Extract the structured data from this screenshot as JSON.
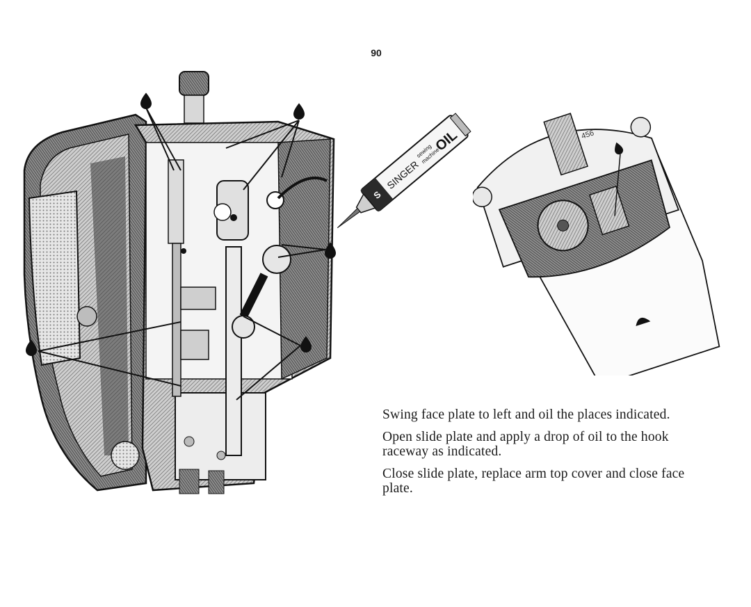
{
  "page": {
    "number": "90"
  },
  "oil_tube": {
    "brand": "SINGER",
    "line1": "sewing",
    "line2": "machine",
    "product": "OIL"
  },
  "raceway": {
    "part_number": "456"
  },
  "instructions": [
    "Swing face plate to left and oil the places indicated.",
    "Open slide plate and apply a drop of oil to the hook raceway as indicated.",
    "Close slide plate, replace arm top cover and close face plate."
  ],
  "colors": {
    "ink": "#1a1a1a",
    "paper": "#ffffff",
    "shade": "#7a7a7a"
  }
}
